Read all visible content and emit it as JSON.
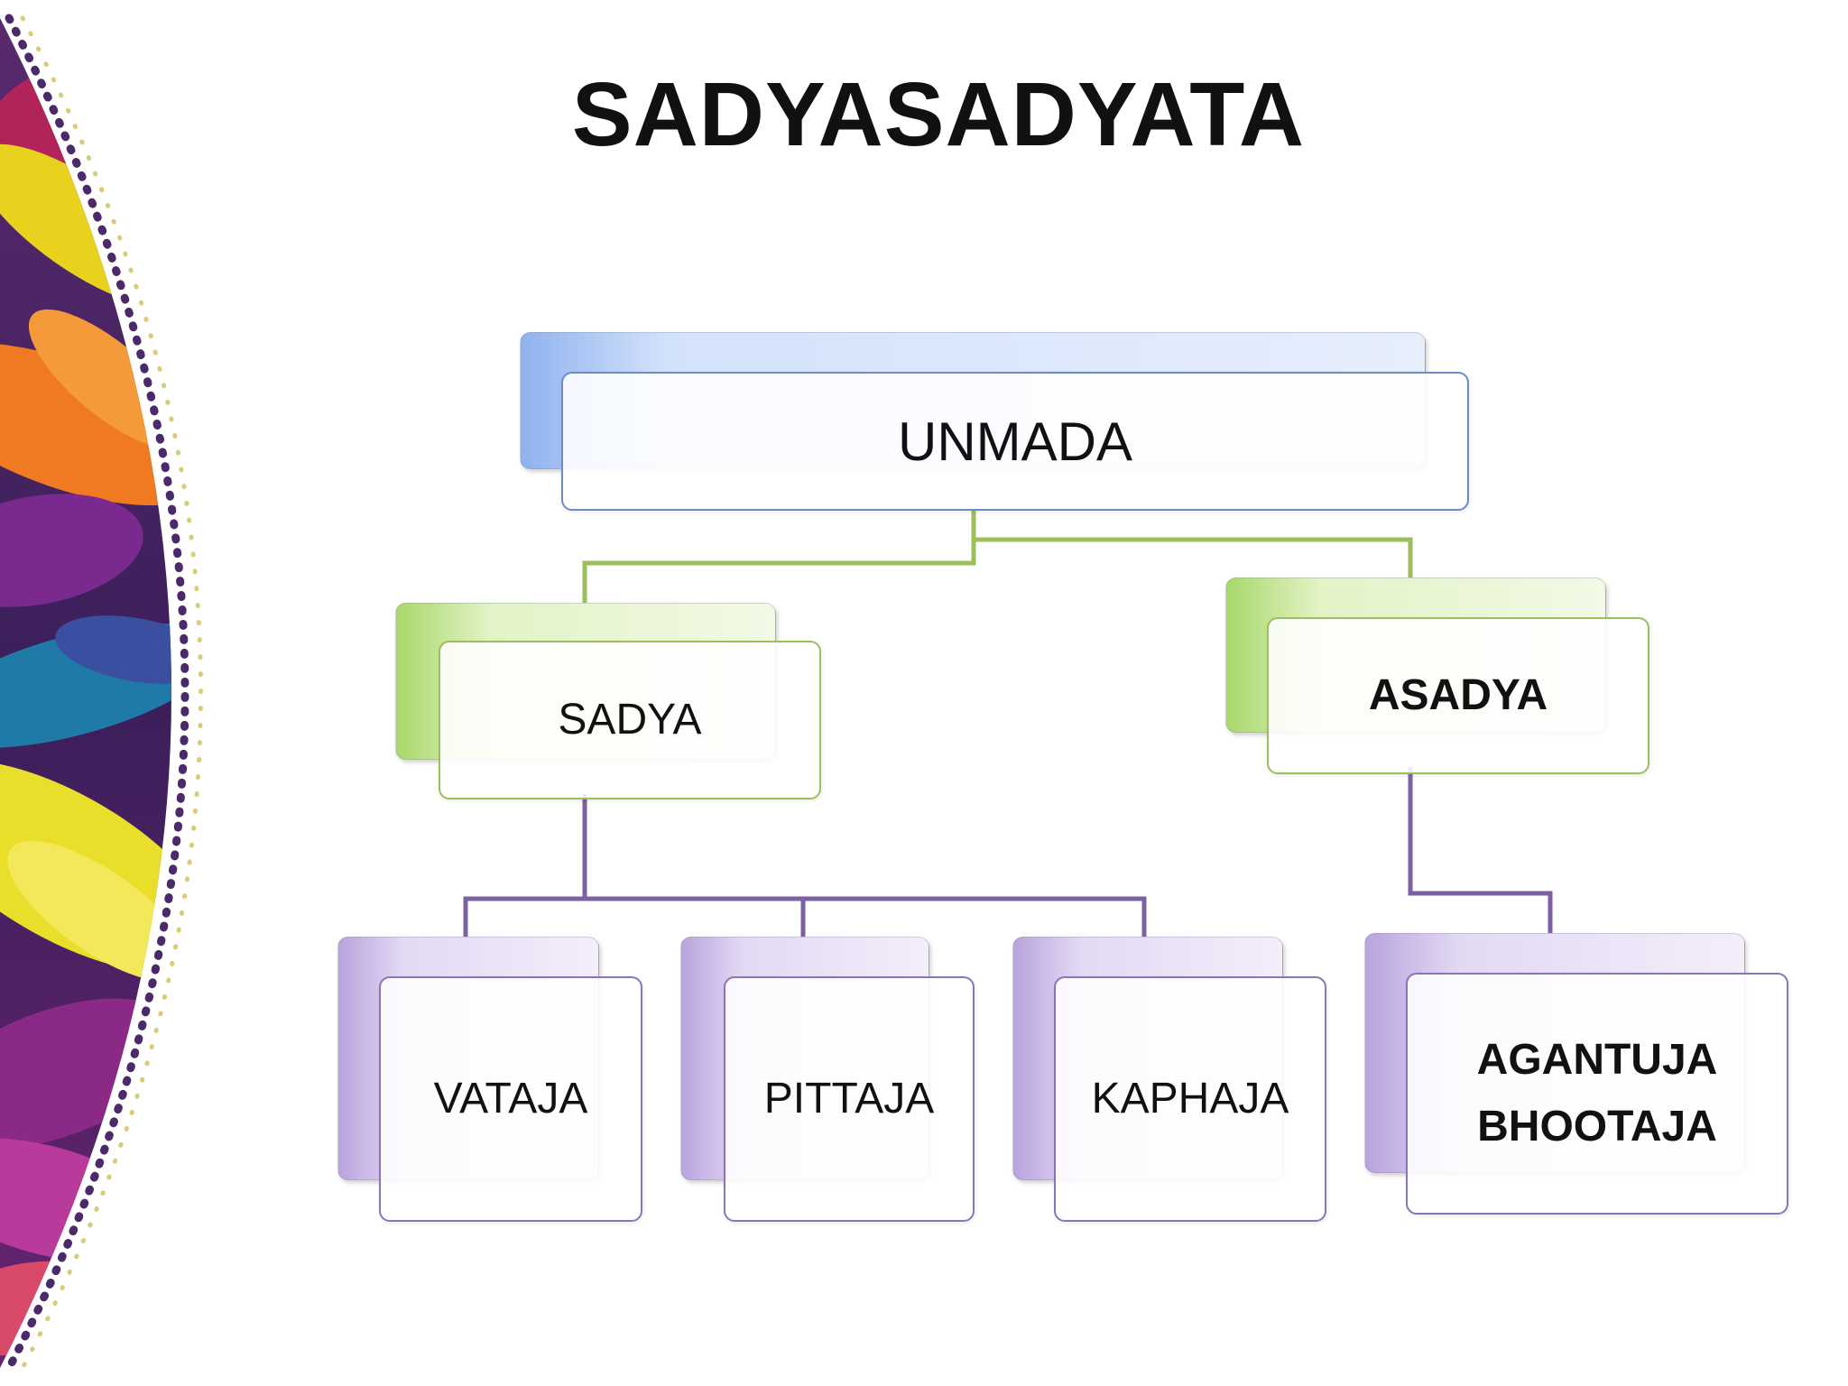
{
  "title": "SADYASADYATA",
  "diagram": {
    "root": {
      "label": "UNMADA"
    },
    "level1": [
      {
        "label": "SADYA",
        "bold": false
      },
      {
        "label": "ASADYA",
        "bold": true
      }
    ],
    "level2": [
      {
        "label": "VATAJA",
        "parent": "SADYA"
      },
      {
        "label": "PITTAJA",
        "parent": "SADYA"
      },
      {
        "label": "KAPHAJA",
        "parent": "SADYA"
      },
      {
        "label_line1": "AGANTUJA",
        "label_line2": "BHOOTAJA",
        "parent": "ASADYA"
      }
    ]
  },
  "colors": {
    "root_border": "#6a8ccc",
    "level1_border": "#9bbf5a",
    "level2_border": "#8a76b6",
    "connector_top": "#9bbf5a",
    "connector_bottom": "#7e5fa6"
  }
}
